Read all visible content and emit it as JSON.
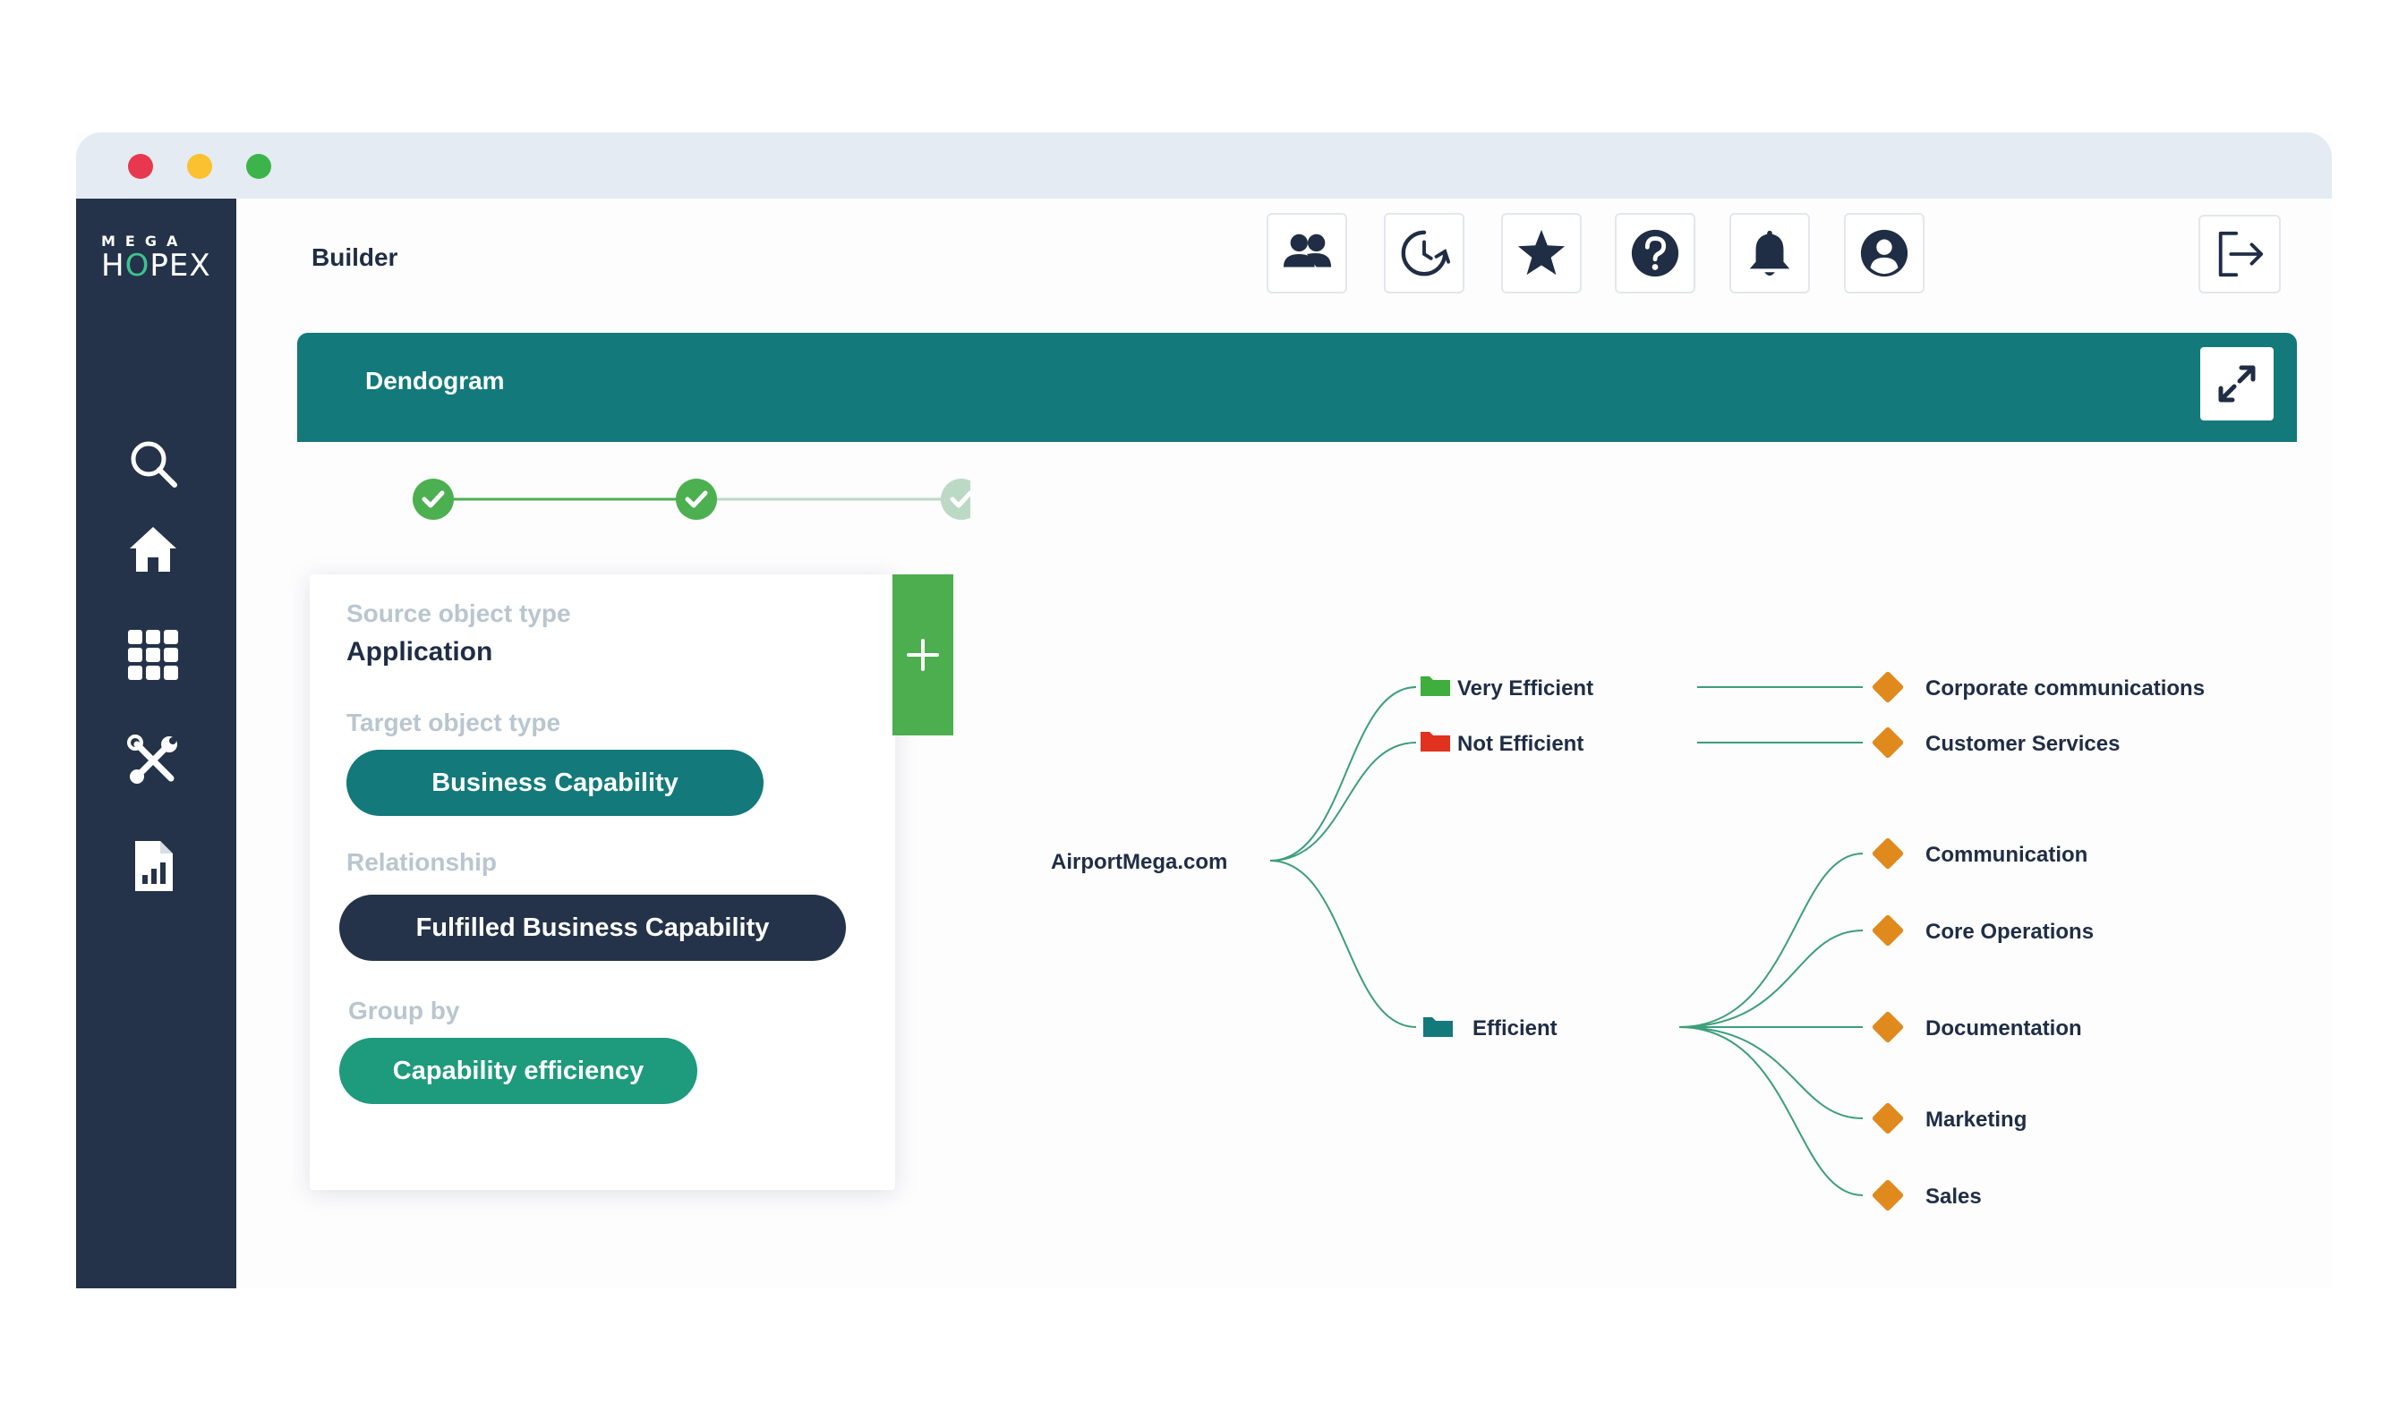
{
  "window": {
    "traffic_lights": [
      "#e8384f",
      "#fcc12e",
      "#3db44b"
    ]
  },
  "sidebar": {
    "logo_top": "MEGA",
    "logo_main_h": "H",
    "logo_main_o": "O",
    "logo_main_rest": "PEX",
    "items": [
      {
        "icon": "search-icon"
      },
      {
        "icon": "home-icon"
      },
      {
        "icon": "apps-grid-icon"
      },
      {
        "icon": "tools-icon"
      },
      {
        "icon": "report-icon"
      }
    ]
  },
  "toolbar": {
    "title": "Builder",
    "buttons": [
      "users-icon",
      "history-icon",
      "star-icon",
      "help-icon",
      "bell-icon",
      "profile-icon"
    ],
    "logout_icon": "logout-icon"
  },
  "header": {
    "title": "Dendogram",
    "expand_icon": "expand-icon"
  },
  "stepper": {
    "steps": [
      {
        "state": "done",
        "color": "#4caf50"
      },
      {
        "state": "done",
        "color": "#4caf50"
      },
      {
        "state": "pending",
        "color": "#bcd9c6"
      }
    ]
  },
  "config_panel": {
    "source_label": "Source object type",
    "source_value": "Application",
    "target_label": "Target object type",
    "target_value": "Business Capability",
    "relationship_label": "Relationship",
    "relationship_value": "Fulfilled Business Capability",
    "group_label": "Group by",
    "group_value": "Capability efficiency",
    "add_icon": "plus-icon"
  },
  "colors": {
    "teal": "#13797a",
    "navy": "#243349",
    "green_pill": "#1e9a7c",
    "link": "#3c9e7a",
    "diamond": "#e08a1e",
    "folder_green": "#3fae3c",
    "folder_red": "#e0321e",
    "folder_teal": "#13797a"
  },
  "dendrogram": {
    "root": "AirportMega.com",
    "groups": [
      {
        "label": "Very Efficient",
        "folder_color": "#3fae3c",
        "children": [
          "Corporate communications"
        ]
      },
      {
        "label": "Not Efficient",
        "folder_color": "#e0321e",
        "children": [
          "Customer Services"
        ]
      },
      {
        "label": "Efficient",
        "folder_color": "#13797a",
        "children": [
          "Communication",
          "Core Operations",
          "Documentation",
          "Marketing",
          "Sales"
        ]
      }
    ]
  }
}
